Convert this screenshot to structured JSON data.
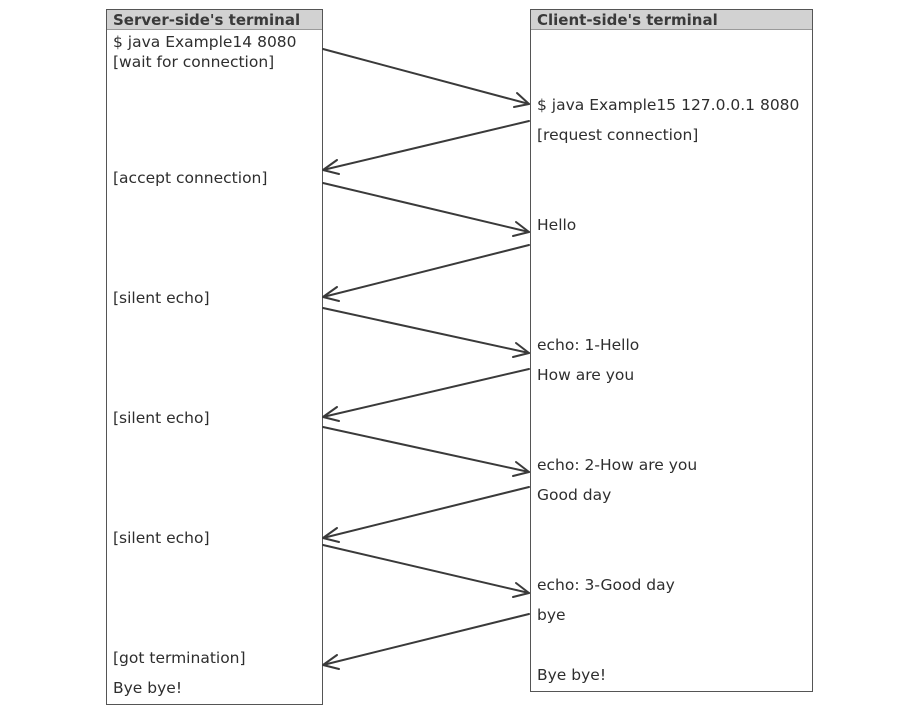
{
  "server": {
    "title": "Server-side's terminal",
    "lines": [
      "$ java Example14 8080",
      " [wait for connection]",
      "[accept connection]",
      "[silent echo]",
      "[silent echo]",
      "[silent echo]",
      "[got termination]",
      "Bye bye!"
    ]
  },
  "client": {
    "title": "Client-side's terminal",
    "lines": [
      "$ java Example15 127.0.0.1 8080",
      "[request connection]",
      "Hello",
      "echo: 1-Hello",
      "How are you",
      "echo: 2-How are you",
      "Good day",
      "echo: 3-Good day",
      "bye",
      "Bye bye!"
    ]
  },
  "colors": {
    "header_bg": "#d2d2d2",
    "border": "#555555",
    "arrow": "#3a3a3a"
  }
}
